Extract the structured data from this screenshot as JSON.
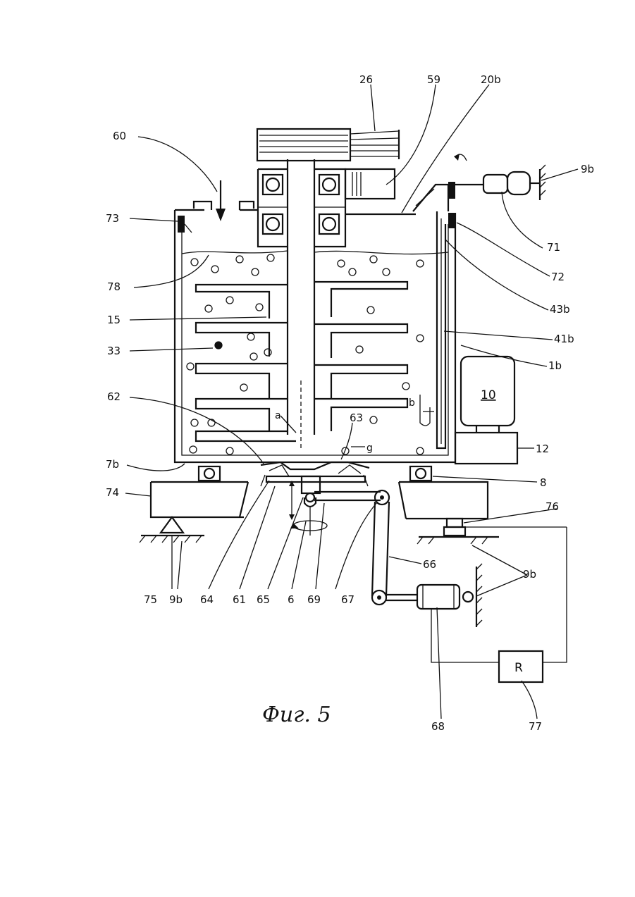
{
  "figure": {
    "caption": "Фиг. 5",
    "motor_label": "10",
    "controller_label": "R",
    "gap_labels": [
      "a",
      "b",
      "g"
    ]
  },
  "labels": [
    "26",
    "59",
    "20b",
    "60",
    "9b",
    "73",
    "71",
    "72",
    "78",
    "43b",
    "15",
    "41b",
    "33",
    "1b",
    "62",
    "63",
    "7b",
    "12",
    "8",
    "74",
    "76",
    "66",
    "9b",
    "75",
    "9b",
    "64",
    "61",
    "65",
    "6",
    "69",
    "67",
    "68",
    "77"
  ]
}
